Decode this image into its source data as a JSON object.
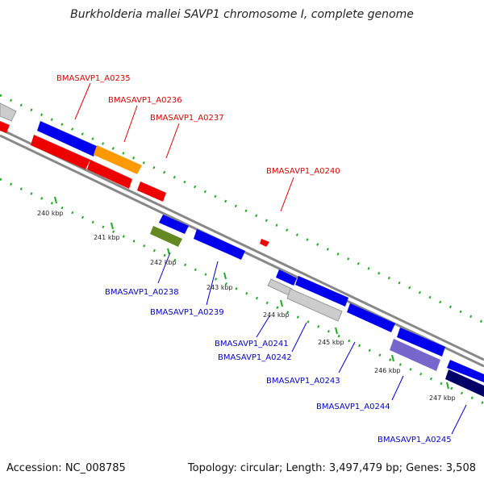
{
  "title": "Burkholderia mallei SAVP1 chromosome I, complete genome",
  "accession": "Accession: NC_008785",
  "summary": "Topology: circular; Length: 3,497,479 bp; Genes: 3,508",
  "scale_labels": [
    "240 kbp",
    "241 kbp",
    "242 kbp",
    "243 kbp",
    "244 kbp",
    "245 kbp",
    "246 kbp",
    "247 kbp"
  ],
  "gene_labels": {
    "a0235": "BMASAVP1_A0235",
    "a0236": "BMASAVP1_A0236",
    "a0237": "BMASAVP1_A0237",
    "a0240": "BMASAVP1_A0240",
    "a0238": "BMASAVP1_A0238",
    "a0239": "BMASAVP1_A0239",
    "a0241": "BMASAVP1_A0241",
    "a0242": "BMASAVP1_A0242",
    "a0243": "BMASAVP1_A0243",
    "a0244": "BMASAVP1_A0244",
    "a0245": "BMASAVP1_A0245"
  },
  "colors": {
    "forward_label": "#dd0000",
    "reverse_label": "#0000cc",
    "backbone": "#888888",
    "tick_dots": "#22aa22",
    "blue": "#0000ee",
    "red": "#ee0000",
    "orange": "#ff9900",
    "grey": "#cccccc",
    "olive": "#668822",
    "purple": "#7766cc",
    "navy": "#000066"
  }
}
